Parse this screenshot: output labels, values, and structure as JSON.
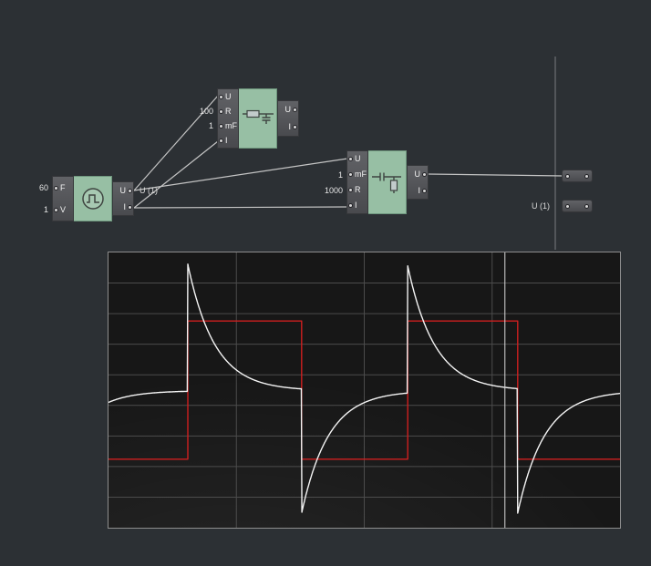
{
  "canvas": {
    "background": "#2c3034",
    "wire_color": "#c4c4c4"
  },
  "nodes": {
    "source": {
      "title": "square-wave-voltage-source",
      "inputs": [
        {
          "label": "F",
          "value": "60"
        },
        {
          "label": "V",
          "value": "1"
        }
      ],
      "outputs": [
        {
          "label": "U"
        },
        {
          "label": "I"
        }
      ],
      "output_signal_tag": "U (1)"
    },
    "rc_lowpass": {
      "title": "rc-lowpass-filter",
      "inputs": [
        {
          "label": "U",
          "value": ""
        },
        {
          "label": "R",
          "value": "100"
        },
        {
          "label": "mF",
          "value": "1"
        },
        {
          "label": "I",
          "value": ""
        }
      ],
      "outputs": [
        {
          "label": "U"
        },
        {
          "label": "I"
        }
      ]
    },
    "rc_highpass": {
      "title": "rc-highpass-filter",
      "inputs": [
        {
          "label": "U",
          "value": ""
        },
        {
          "label": "mF",
          "value": "1"
        },
        {
          "label": "R",
          "value": "1000"
        },
        {
          "label": "I",
          "value": ""
        }
      ],
      "outputs": [
        {
          "label": "U"
        },
        {
          "label": "I"
        }
      ]
    },
    "probe1": {
      "label": ""
    },
    "probe2": {
      "label": "U (1)"
    }
  },
  "connections": [
    {
      "from": "source.U",
      "to": "rc_lowpass.U"
    },
    {
      "from": "source.U",
      "to": "rc_highpass.U"
    },
    {
      "from": "source.I",
      "to": "rc_lowpass.I"
    },
    {
      "from": "source.I",
      "to": "rc_highpass.I"
    },
    {
      "from": "rc_highpass.U_out",
      "to": "probe1.in"
    }
  ],
  "chart_data": {
    "type": "line",
    "title": "",
    "xlabel": "",
    "ylabel": "",
    "x_axis": {
      "range": [
        0,
        4
      ],
      "divisions": 4,
      "tick_labels": []
    },
    "y_axis": {
      "range": [
        0,
        9
      ],
      "divisions": 9,
      "tick_labels": []
    },
    "grid": true,
    "grid_color": "#4c4c4c",
    "cursor_x": 3.1,
    "cursor_color": "#d8d8d8",
    "legend": "none",
    "series": [
      {
        "name": "source-voltage-square-wave",
        "color": "#cf1f1f",
        "waveform": "square",
        "edge_times": [
          0.62,
          1.51,
          2.34,
          3.2
        ],
        "initial_level": 2.24,
        "high_level": 6.76,
        "low_level": 2.24
      },
      {
        "name": "rc-highpass-output",
        "color": "#f4f4f4",
        "waveform": "exponential-pulses",
        "baseline": 4.48,
        "tau": 0.21,
        "pulses": [
          {
            "time": -0.24,
            "amplitude": -1.2
          },
          {
            "time": 0.62,
            "amplitude": 4.16
          },
          {
            "time": 1.51,
            "amplitude": -4.07
          },
          {
            "time": 2.34,
            "amplitude": 4.16
          },
          {
            "time": 3.2,
            "amplitude": -4.07
          }
        ]
      }
    ]
  }
}
